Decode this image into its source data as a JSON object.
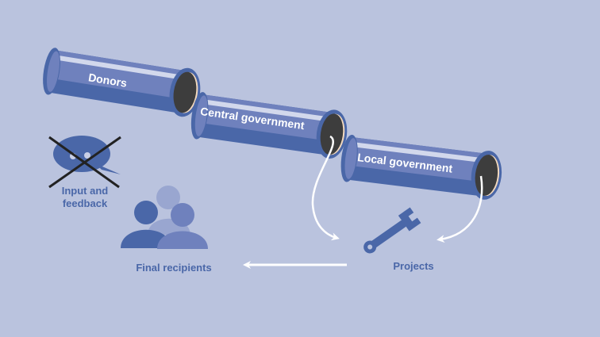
{
  "diagram": {
    "pipes": [
      {
        "id": "donors",
        "label": "Donors"
      },
      {
        "id": "central",
        "label": "Central government"
      },
      {
        "id": "local",
        "label": "Local government"
      }
    ],
    "nodes": {
      "feedback": {
        "line1": "Input and",
        "line2": "feedback",
        "crossed_out": true
      },
      "recipients": {
        "label": "Final recipients"
      },
      "projects": {
        "label": "Projects"
      }
    },
    "flows": [
      {
        "from": "central",
        "to": "projects"
      },
      {
        "from": "local",
        "to": "projects"
      },
      {
        "from": "projects",
        "to": "recipients"
      }
    ],
    "colors": {
      "background": "#bac3de",
      "pipe_body": "#6f81bd",
      "pipe_dark": "#4a67a8",
      "pipe_highlight": "#d2d8ec",
      "pipe_opening": "#3d3d3d",
      "label_blue": "#4a67a8",
      "arrow": "#ffffff",
      "cross": "#222222"
    }
  }
}
